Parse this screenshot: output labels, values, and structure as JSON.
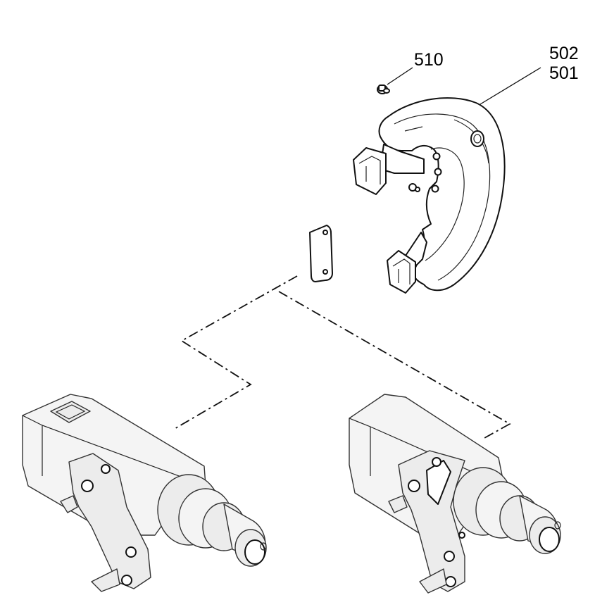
{
  "callouts": {
    "part_510": "510",
    "part_502": "502",
    "part_501": "501"
  }
}
